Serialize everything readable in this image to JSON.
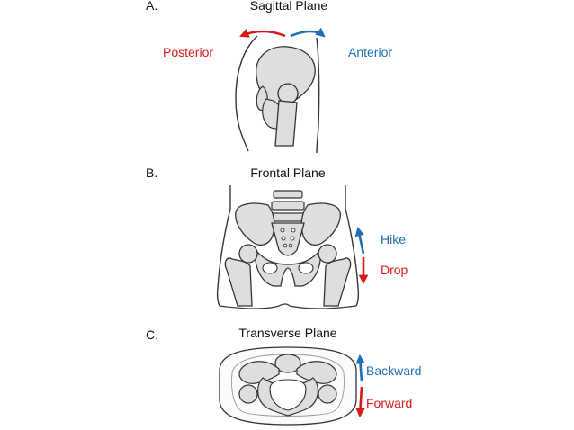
{
  "panels": [
    {
      "letter": "A.",
      "title": "Sagittal Plane"
    },
    {
      "letter": "B.",
      "title": "Frontal Plane"
    },
    {
      "letter": "C.",
      "title": "Transverse Plane"
    }
  ],
  "directions": {
    "posterior": "Posterior",
    "anterior": "Anterior",
    "hike": "Hike",
    "drop": "Drop",
    "backward": "Backward",
    "forward": "Forward"
  },
  "colors": {
    "red": "#d7191c",
    "blue": "#1f6fb4",
    "bone": "#dedede",
    "outline": "#333333"
  }
}
